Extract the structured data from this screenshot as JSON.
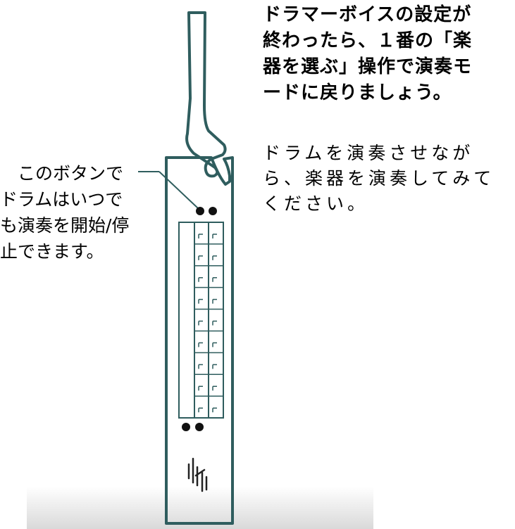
{
  "callout": {
    "lines": [
      "　このボタンで",
      "ドラムはいつで",
      "も演奏を開始/停",
      "止できます。"
    ]
  },
  "instructions": {
    "bold_lines": [
      "ドラマーボイスの設定が",
      "終わったら、１番の「楽",
      "器を選ぶ」操作で演奏モ",
      "ードに戻りましょう。"
    ],
    "plain_lines": [
      "ドラムを演奏させなが",
      "ら、楽器を演奏してみて",
      "ください。"
    ]
  },
  "colors": {
    "outline": "#2f5d5e",
    "background": "#ffffff"
  },
  "icons": {
    "device": "instrument-device-illustration",
    "logo": "brand-logo-icon"
  }
}
